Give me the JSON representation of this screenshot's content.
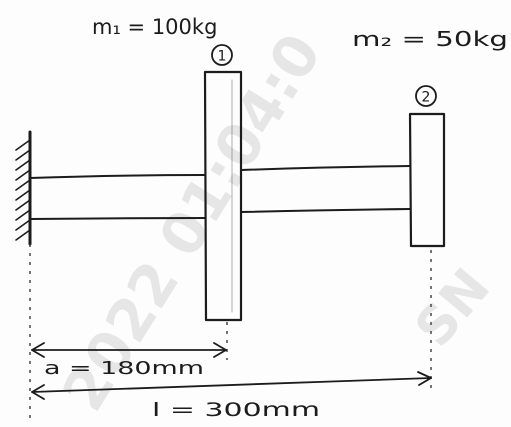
{
  "labels": {
    "mass1": "m₁ = 100kg",
    "mass2": "m₂ = 50kg",
    "disc1_number": "1",
    "disc2_number": "2",
    "dim_a": "a = 180mm",
    "dim_l": "l = 300mm"
  },
  "watermark": {
    "line1": "2022 01:04:0",
    "line2": "SN"
  },
  "colors": {
    "ink": "#1c1c1c",
    "paper": "#ffffff",
    "watermark": "#9a9a9a"
  }
}
